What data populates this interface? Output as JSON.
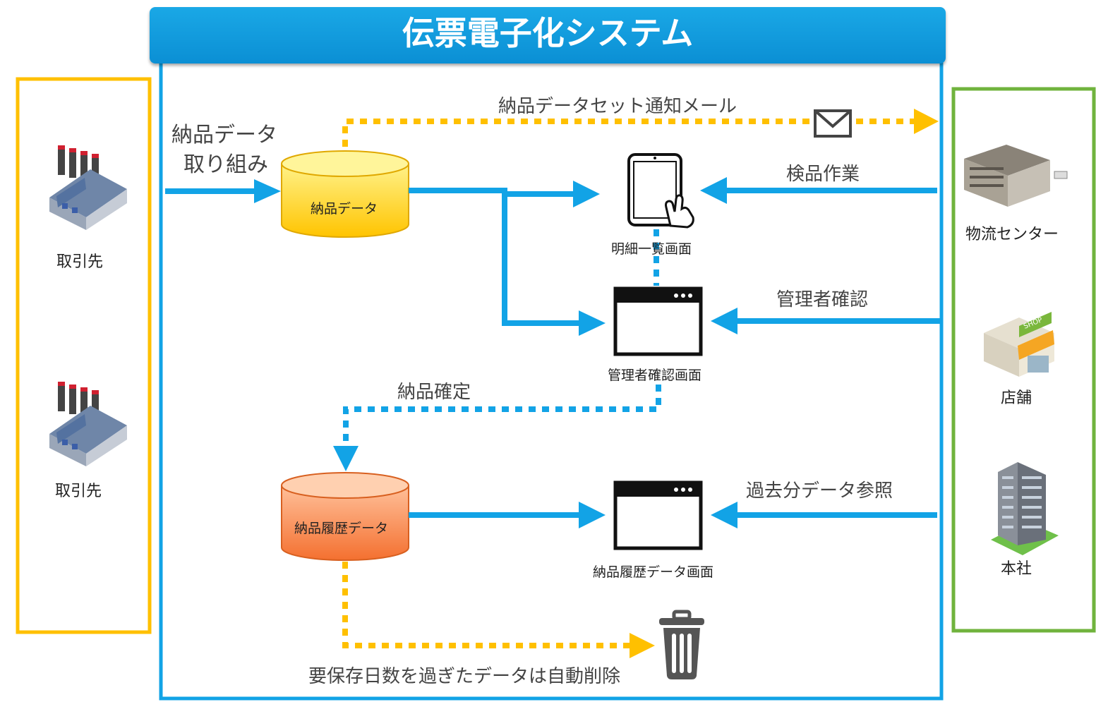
{
  "title": "伝票電子化システム",
  "left_party": {
    "labels": [
      "取引先",
      "取引先"
    ]
  },
  "right_party": {
    "labels": [
      "物流センター",
      "店舗",
      "本社"
    ]
  },
  "intake_label": [
    "納品データ",
    "取り組み"
  ],
  "db_delivery": "納品データ",
  "db_history": "納品履歴データ",
  "mail_notice": "納品データセット通知メール",
  "actions": {
    "inspection": "検品作業",
    "admin_check": "管理者確認",
    "confirm": "納品確定",
    "past_reference": "過去分データ参照",
    "auto_delete": "要保存日数を過ぎたデータは自動削除"
  },
  "screens": {
    "detail_list": "明細一覧画面",
    "admin_screen": "管理者確認画面",
    "history_screen": "納品履歴データ画面"
  },
  "colors": {
    "blue": "#12a3e6",
    "yellow": "#ffc000",
    "green": "#70b33d",
    "orange": "#f47c36"
  }
}
